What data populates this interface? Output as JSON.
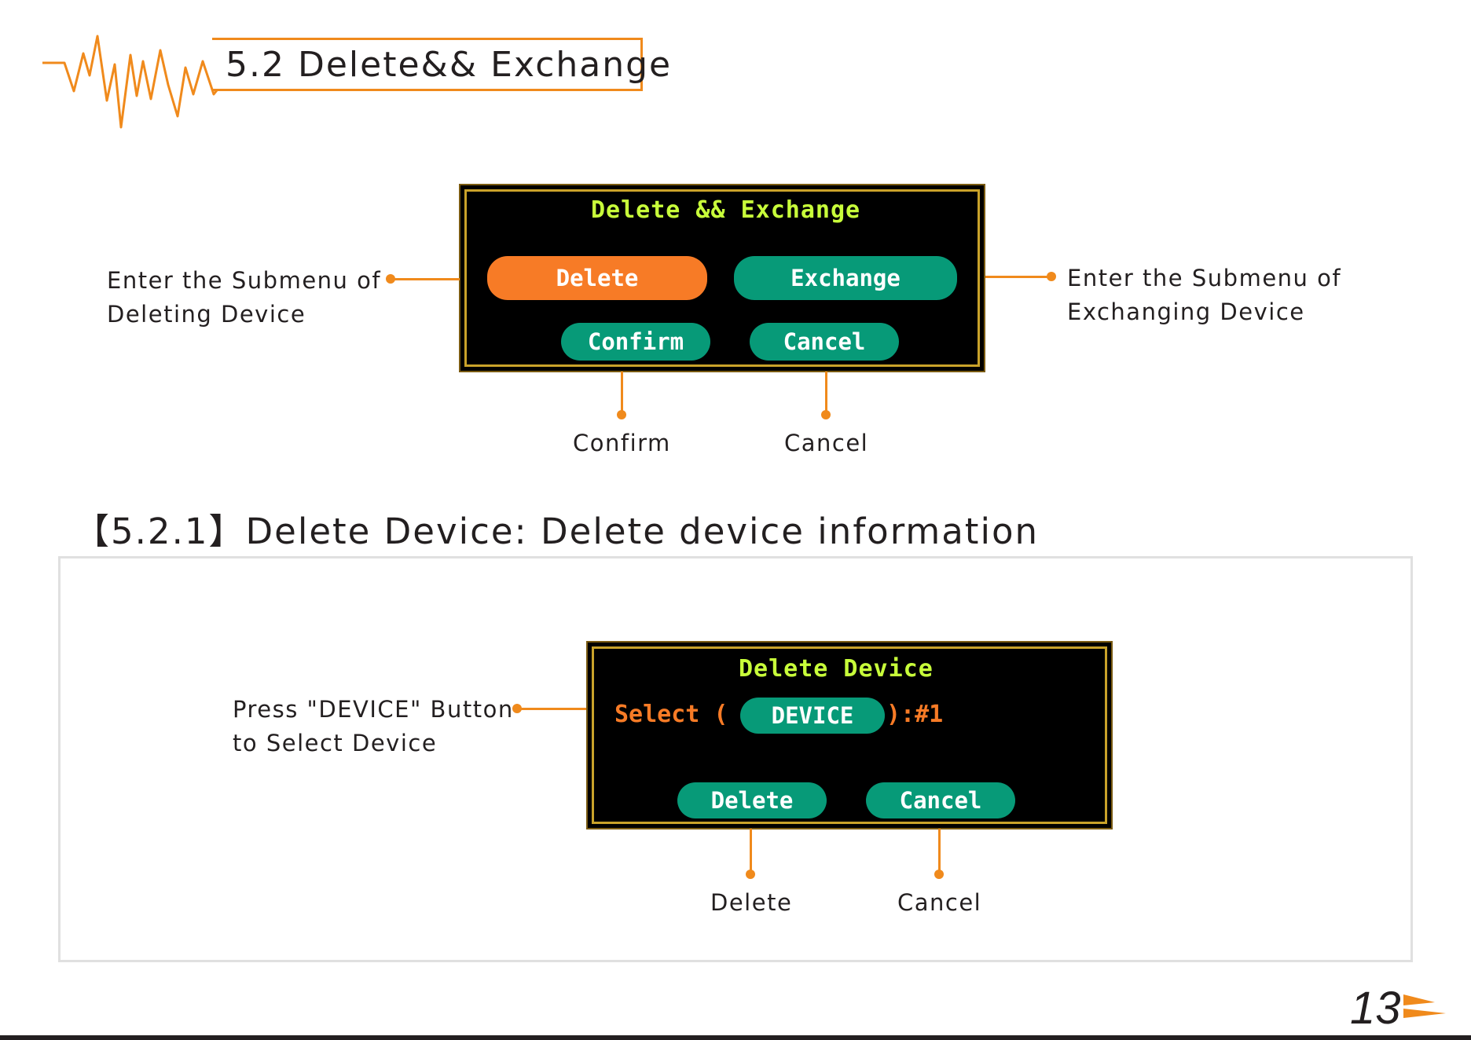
{
  "header": {
    "title": "5.2 Delete&& Exchange"
  },
  "screen1": {
    "title": "Delete && Exchange",
    "btn_delete": "Delete",
    "btn_exchange": "Exchange",
    "btn_confirm": "Confirm",
    "btn_cancel": "Cancel"
  },
  "notes1": {
    "left_line1": "Enter the Submenu of",
    "left_line2": "Deleting Device",
    "right_line1": "Enter the Submenu of",
    "right_line2": "Exchanging Device",
    "confirm": "Confirm",
    "cancel": "Cancel"
  },
  "section": {
    "title": "【5.2.1】Delete Device: Delete device information"
  },
  "screen2": {
    "title": "Delete Device",
    "select_label": "Select (",
    "device_btn": "DEVICE",
    "select_suffix": "):#1",
    "btn_delete": "Delete",
    "btn_cancel": "Cancel"
  },
  "notes2": {
    "left_line1": "Press \"DEVICE\" Button",
    "left_line2": "to Select Device",
    "delete": "Delete",
    "cancel": "Cancel"
  },
  "footer": {
    "page_number": "13"
  },
  "colors": {
    "accent": "#f08a1c",
    "teal": "#079a78",
    "lcd_title": "#c8ff3a",
    "lcd_orange": "#f77b26"
  },
  "icons": {
    "header_decoration": "waveform-icon",
    "footer_logo": "chevron-logo-icon"
  }
}
